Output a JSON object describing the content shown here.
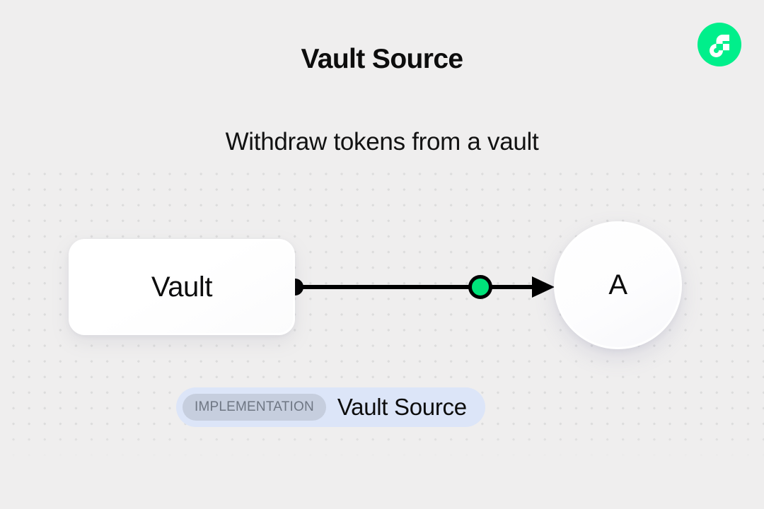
{
  "page": {
    "title": "Vault Source",
    "subtitle": "Withdraw tokens from a vault",
    "background_color": "#efeeee",
    "dot_color": "#dcdcdc"
  },
  "logo": {
    "name": "flow-logo",
    "brand_color": "#00ef8b",
    "mark_color": "#ffffff"
  },
  "diagram": {
    "nodes": [
      {
        "id": "vault",
        "label": "Vault",
        "shape": "rounded-rect",
        "fill": "#ffffff"
      },
      {
        "id": "a",
        "label": "A",
        "shape": "circle",
        "fill": "#ffffff"
      }
    ],
    "edge": {
      "source_handle_color": "#000000",
      "midpoint_color": "#00e37a",
      "midpoint_stroke": "#000000",
      "line_color": "#000000",
      "arrowhead": "filled-triangle"
    }
  },
  "badge": {
    "tag_label": "IMPLEMENTATION",
    "name_label": "Vault Source",
    "container_color": "#dce5f8",
    "tag_color": "#c6cede",
    "tag_text_color": "#6e7683"
  }
}
